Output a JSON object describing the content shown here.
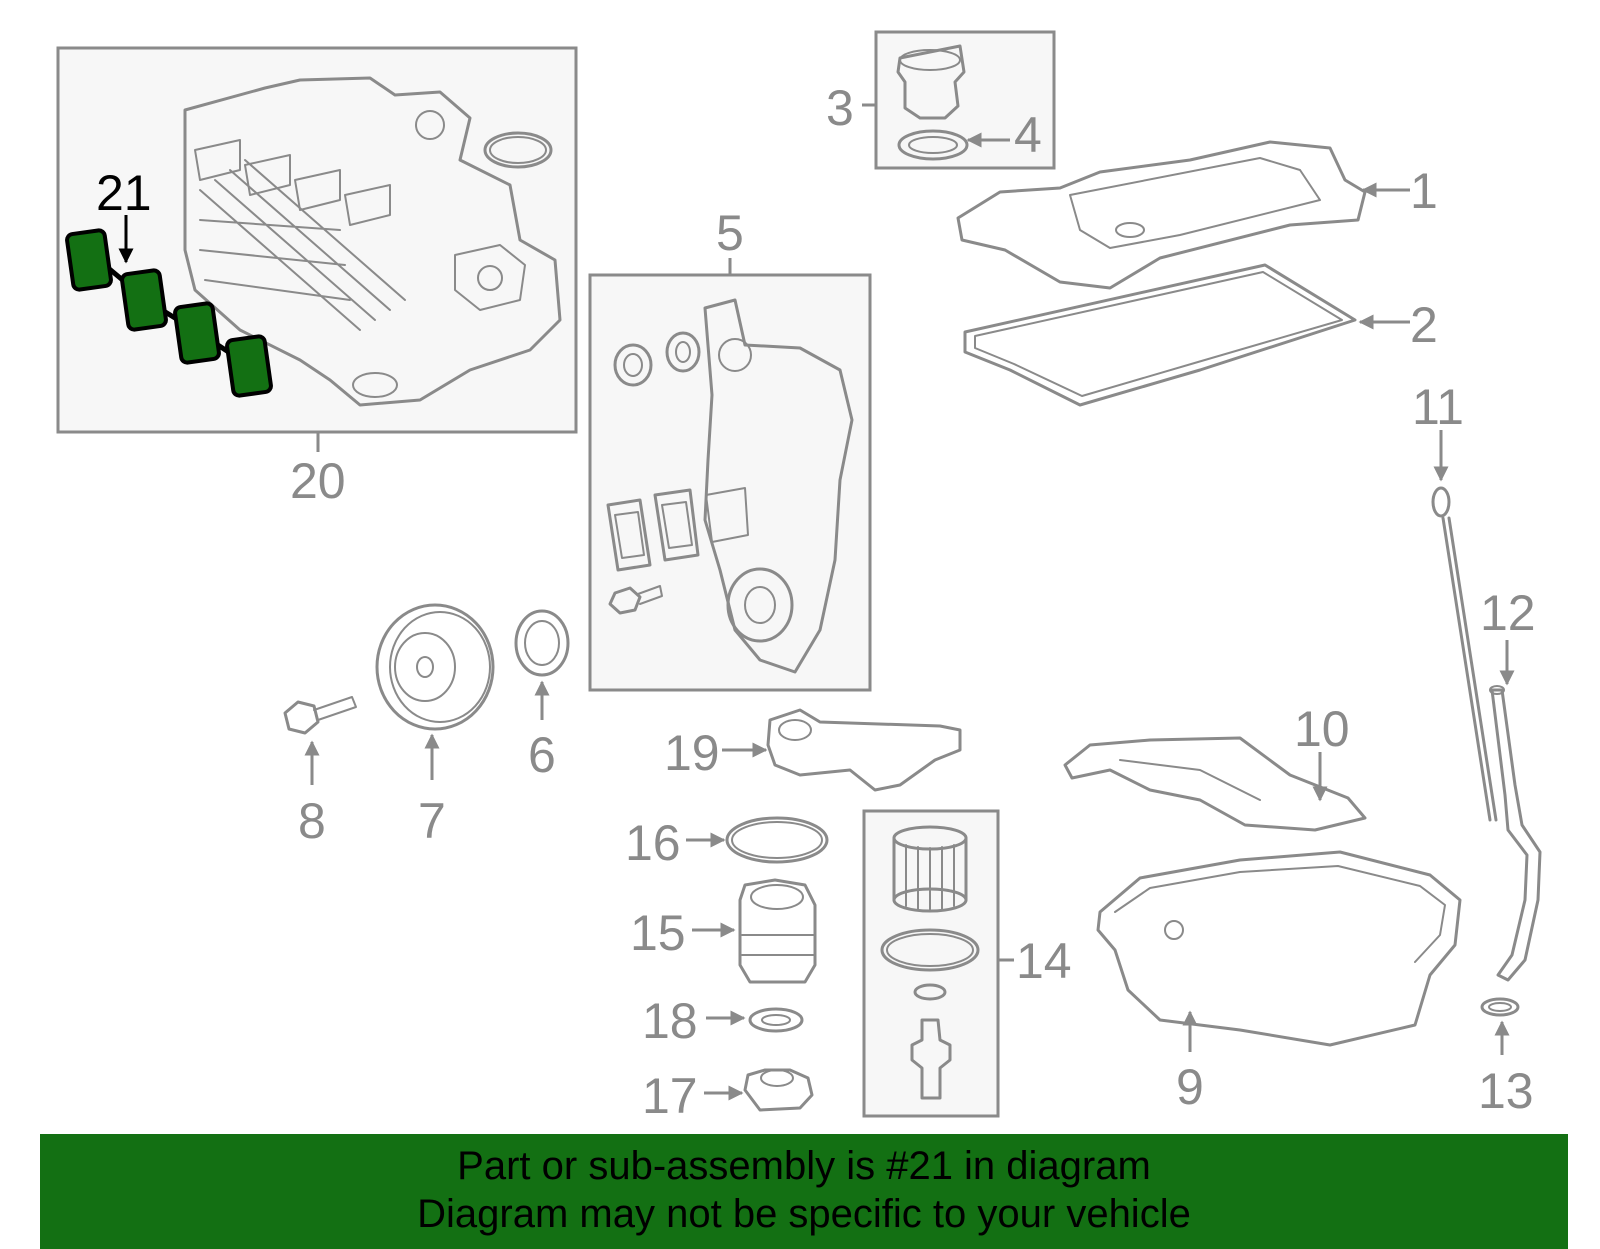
{
  "colors": {
    "line": "#8a8a8a",
    "highlight_part": "#137013",
    "highlight_outline": "#000000",
    "banner_bg": "#137013",
    "banner_text": "#000000"
  },
  "callouts": {
    "c1": "1",
    "c2": "2",
    "c3": "3",
    "c4": "4",
    "c5": "5",
    "c6": "6",
    "c7": "7",
    "c8": "8",
    "c9": "9",
    "c10": "10",
    "c11": "11",
    "c12": "12",
    "c13": "13",
    "c14": "14",
    "c15": "15",
    "c16": "16",
    "c17": "17",
    "c18": "18",
    "c19": "19",
    "c20": "20",
    "c21": "21"
  },
  "highlighted_part": "21",
  "banner": {
    "line1": "Part or sub-assembly is #21 in diagram",
    "line2": "Diagram may not be specific to your vehicle"
  }
}
